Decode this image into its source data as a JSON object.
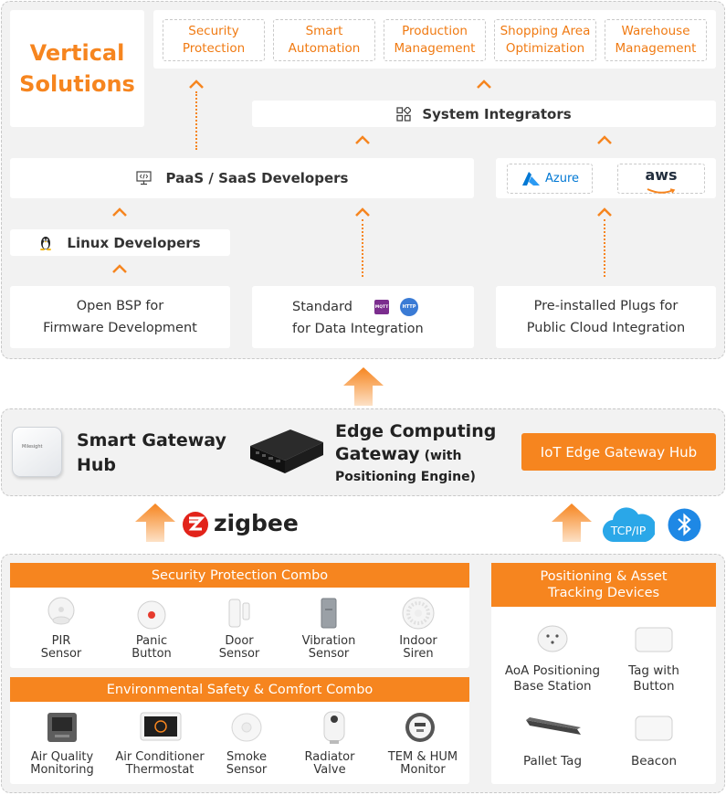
{
  "vertical": {
    "title_line1": "Vertical",
    "title_line2": "Solutions",
    "solutions": [
      {
        "line1": "Security",
        "line2": "Protection"
      },
      {
        "line1": "Smart",
        "line2": "Automation"
      },
      {
        "line1": "Production",
        "line2": "Management"
      },
      {
        "line1": "Shopping Area",
        "line2": "Optimization"
      },
      {
        "line1": "Warehouse",
        "line2": "Management"
      }
    ]
  },
  "developers": {
    "system_integrators": "System Integrators",
    "paas_saas": "PaaS / SaaS Developers",
    "linux": "Linux Developers",
    "azure": "Azure",
    "aws": "aws"
  },
  "foundation": {
    "bsp_line1": "Open BSP for",
    "bsp_line2": "Firmware Development",
    "std_line1": "Standard",
    "std_line2": "for Data Integration",
    "mqtt": "MQTT",
    "http": "HTTP",
    "cloud_line1": "Pre-installed Plugs for",
    "cloud_line2": "Public Cloud Integration"
  },
  "gateways": {
    "smart_hub_line1": "Smart Gateway",
    "smart_hub_line2": "Hub",
    "edge_line1": "Edge Computing",
    "edge_line2": "Gateway",
    "edge_suffix": "(with",
    "edge_line3": "Positioning Engine)",
    "iot_hub": "IoT Edge Gateway Hub",
    "hub_brand": "Milesight"
  },
  "protocols": {
    "zigbee": "zigbee",
    "tcpip": "TCP/IP"
  },
  "security_combo": {
    "title": "Security Protection Combo",
    "devices": [
      {
        "line1": "PIR",
        "line2": "Sensor"
      },
      {
        "line1": "Panic",
        "line2": "Button"
      },
      {
        "line1": "Door",
        "line2": "Sensor"
      },
      {
        "line1": "Vibration",
        "line2": "Sensor"
      },
      {
        "line1": "Indoor",
        "line2": "Siren"
      }
    ]
  },
  "env_combo": {
    "title": "Environmental Safety & Comfort Combo",
    "devices": [
      {
        "line1": "Air Quality",
        "line2": "Monitoring"
      },
      {
        "line1": "Air Conditioner",
        "line2": "Thermostat"
      },
      {
        "line1": "Smoke",
        "line2": "Sensor"
      },
      {
        "line1": "Radiator",
        "line2": "Valve"
      },
      {
        "line1": "TEM & HUM",
        "line2": "Monitor"
      }
    ]
  },
  "positioning": {
    "title_line1": "Positioning & Asset",
    "title_line2": "Tracking Devices",
    "devices": [
      {
        "line1": "AoA Positioning",
        "line2": "Base Station"
      },
      {
        "line1": "Tag with",
        "line2": "Button"
      },
      {
        "line1": "Pallet Tag",
        "line2": ""
      },
      {
        "line1": "Beacon",
        "line2": ""
      }
    ]
  },
  "colors": {
    "accent": "#f6851f",
    "panel": "#f2f2f2",
    "azure": "#0078d4",
    "zigbee": "#e2231a",
    "bluetooth": "#1e88e5",
    "mqtt": "#7b2d8e"
  }
}
